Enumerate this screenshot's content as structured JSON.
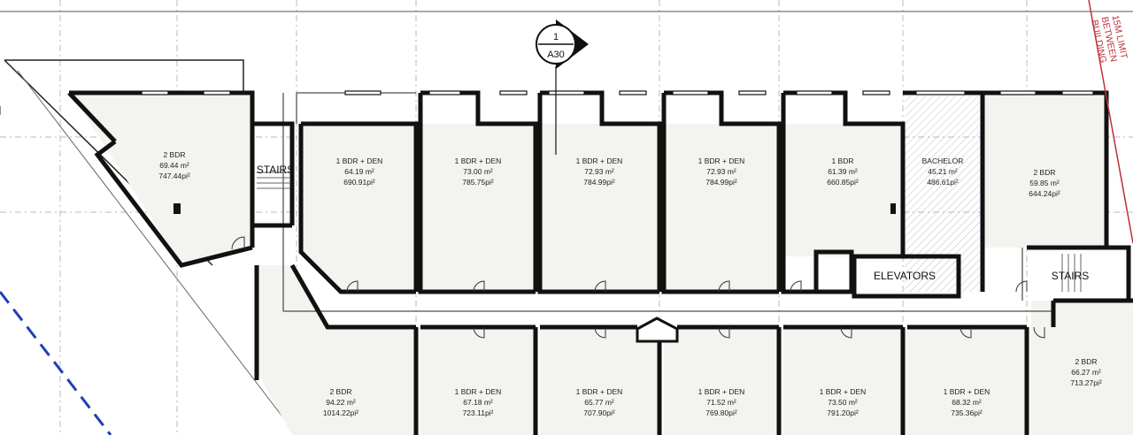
{
  "section_tag": {
    "number": "1",
    "sheet": "A30"
  },
  "limit_note": [
    "15M LIMIT",
    "BETWEEN",
    "BUILDING"
  ],
  "labels": {
    "stairs_left": "STAIRS",
    "stairs_right": "STAIRS",
    "elevators": "ELEVATORS"
  },
  "units_top": [
    {
      "type": "2 BDR",
      "area_m": "69.44 m²",
      "area_ft": "747.44pi²"
    },
    {
      "type": "1 BDR + DEN",
      "area_m": "64.19 m²",
      "area_ft": "690.91pi²"
    },
    {
      "type": "1 BDR + DEN",
      "area_m": "73.00 m²",
      "area_ft": "785.75pi²"
    },
    {
      "type": "1 BDR + DEN",
      "area_m": "72.93 m²",
      "area_ft": "784.99pi²"
    },
    {
      "type": "1 BDR + DEN",
      "area_m": "72.93 m²",
      "area_ft": "784.99pi²"
    },
    {
      "type": "1 BDR",
      "area_m": "61.39 m²",
      "area_ft": "660.85pi²"
    },
    {
      "type": "BACHELOR",
      "area_m": "45.21 m²",
      "area_ft": "486.61pi²"
    },
    {
      "type": "2 BDR",
      "area_m": "59.85 m²",
      "area_ft": "644.24pi²"
    }
  ],
  "units_bottom": [
    {
      "type": "2 BDR",
      "area_m": "94.22 m²",
      "area_ft": "1014.22pi²"
    },
    {
      "type": "1 BDR + DEN",
      "area_m": "67.18 m²",
      "area_ft": "723.11pi²"
    },
    {
      "type": "1 BDR + DEN",
      "area_m": "65.77 m²",
      "area_ft": "707.90pi²"
    },
    {
      "type": "1 BDR + DEN",
      "area_m": "71.52 m²",
      "area_ft": "769.80pi²"
    },
    {
      "type": "1 BDR + DEN",
      "area_m": "73.50 m²",
      "area_ft": "791.20pi²"
    },
    {
      "type": "1 BDR + DEN",
      "area_m": "68.32 m²",
      "area_ft": "735.36pi²"
    },
    {
      "type": "2 BDR",
      "area_m": "66.27 m²",
      "area_ft": "713.27pi²"
    }
  ],
  "colors": {
    "wall": "#111111",
    "grid": "#b8b8b8",
    "unit_fill": "#f3f3ef",
    "bachelor_fill": "#dfe3e6",
    "note": "#c0303a",
    "blue_line": "#1f3fb8"
  }
}
